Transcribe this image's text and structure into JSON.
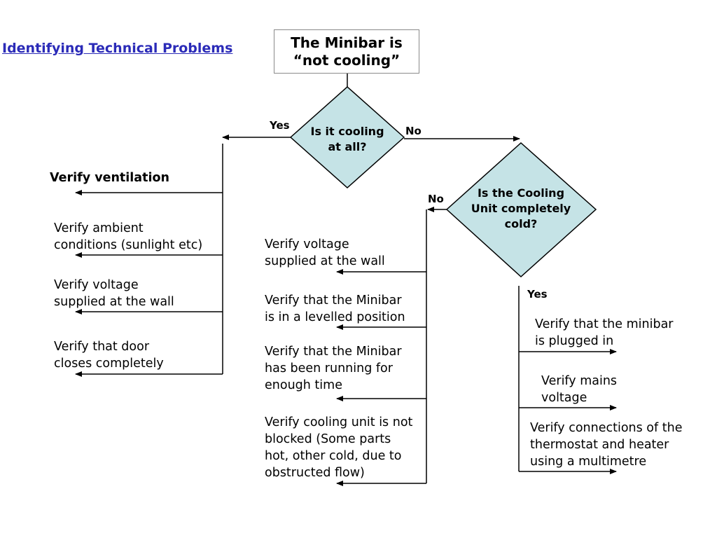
{
  "title": "Identifying Technical Problems",
  "start": "The Minibar is\n“not cooling”",
  "decision1": {
    "text": "Is it cooling\nat all?",
    "yes_label": "Yes",
    "no_label": "No"
  },
  "decision2": {
    "text": "Is the Cooling\nUnit completely\ncold?",
    "yes_label": "Yes",
    "no_label": "No"
  },
  "left_branch": [
    "Verify ventilation",
    "Verify ambient\nconditions (sunlight etc)",
    "Verify voltage\nsupplied at the wall",
    "Verify that door\ncloses completely"
  ],
  "middle_branch": [
    "Verify voltage\nsupplied at the wall",
    "Verify that the Minibar\nis in a levelled position",
    "Verify that the Minibar\nhas been running for\nenough time",
    "Verify cooling unit is not\nblocked (Some parts\nhot, other cold, due to\nobstructed flow)"
  ],
  "right_branch": [
    "Verify that the minibar\n is plugged in",
    "Verify mains\nvoltage",
    "Verify connections of the\nthermostat and heater\nusing a multimetre"
  ],
  "colors": {
    "title": "#2b2bb8",
    "diamond_fill": "#c5e3e6",
    "line": "#000000"
  }
}
